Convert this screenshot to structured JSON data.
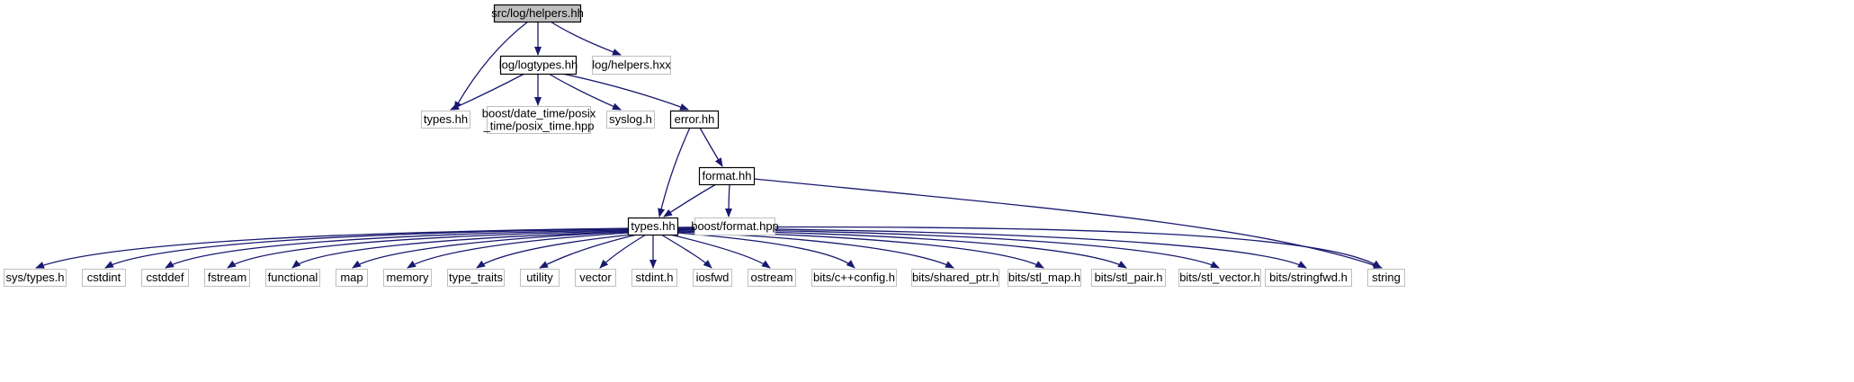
{
  "graph": {
    "nodes": [
      {
        "id": "root",
        "label": [
          "src/log/helpers.hh"
        ],
        "style": "root"
      },
      {
        "id": "logtypes",
        "label": [
          "log/logtypes.hh"
        ],
        "style": "doc"
      },
      {
        "id": "helpers_hxx",
        "label": [
          "log/helpers.hxx"
        ],
        "style": "ext"
      },
      {
        "id": "types_log",
        "label": [
          "types.hh"
        ],
        "style": "ext"
      },
      {
        "id": "boost_posix",
        "label": [
          "boost/date_time/posix",
          "_time/posix_time.hpp"
        ],
        "style": "ext"
      },
      {
        "id": "syslog",
        "label": [
          "syslog.h"
        ],
        "style": "ext"
      },
      {
        "id": "error",
        "label": [
          "error.hh"
        ],
        "style": "doc"
      },
      {
        "id": "format",
        "label": [
          "format.hh"
        ],
        "style": "doc"
      },
      {
        "id": "types_main",
        "label": [
          "types.hh"
        ],
        "style": "doc"
      },
      {
        "id": "boost_format",
        "label": [
          "boost/format.hpp"
        ],
        "style": "ext"
      },
      {
        "id": "sys_types",
        "label": [
          "sys/types.h"
        ],
        "style": "ext"
      },
      {
        "id": "cstdint",
        "label": [
          "cstdint"
        ],
        "style": "ext"
      },
      {
        "id": "cstddef",
        "label": [
          "cstddef"
        ],
        "style": "ext"
      },
      {
        "id": "fstream",
        "label": [
          "fstream"
        ],
        "style": "ext"
      },
      {
        "id": "functional",
        "label": [
          "functional"
        ],
        "style": "ext"
      },
      {
        "id": "map",
        "label": [
          "map"
        ],
        "style": "ext"
      },
      {
        "id": "memory",
        "label": [
          "memory"
        ],
        "style": "ext"
      },
      {
        "id": "type_traits",
        "label": [
          "type_traits"
        ],
        "style": "ext"
      },
      {
        "id": "utility",
        "label": [
          "utility"
        ],
        "style": "ext"
      },
      {
        "id": "vector",
        "label": [
          "vector"
        ],
        "style": "ext"
      },
      {
        "id": "stdint",
        "label": [
          "stdint.h"
        ],
        "style": "ext"
      },
      {
        "id": "iosfwd",
        "label": [
          "iosfwd"
        ],
        "style": "ext"
      },
      {
        "id": "ostream",
        "label": [
          "ostream"
        ],
        "style": "ext"
      },
      {
        "id": "cxxconfig",
        "label": [
          "bits/c++config.h"
        ],
        "style": "ext"
      },
      {
        "id": "shared_ptr",
        "label": [
          "bits/shared_ptr.h"
        ],
        "style": "ext"
      },
      {
        "id": "stl_map",
        "label": [
          "bits/stl_map.h"
        ],
        "style": "ext"
      },
      {
        "id": "stl_pair",
        "label": [
          "bits/stl_pair.h"
        ],
        "style": "ext"
      },
      {
        "id": "stl_vector",
        "label": [
          "bits/stl_vector.h"
        ],
        "style": "ext"
      },
      {
        "id": "stringfwd",
        "label": [
          "bits/stringfwd.h"
        ],
        "style": "ext"
      },
      {
        "id": "string",
        "label": [
          "string"
        ],
        "style": "ext"
      }
    ],
    "edges": [
      [
        "root",
        "types_log"
      ],
      [
        "root",
        "logtypes"
      ],
      [
        "root",
        "helpers_hxx"
      ],
      [
        "logtypes",
        "types_log"
      ],
      [
        "logtypes",
        "boost_posix"
      ],
      [
        "logtypes",
        "syslog"
      ],
      [
        "logtypes",
        "error"
      ],
      [
        "error",
        "types_main"
      ],
      [
        "error",
        "format"
      ],
      [
        "format",
        "types_main"
      ],
      [
        "format",
        "boost_format"
      ],
      [
        "format",
        "string"
      ],
      [
        "types_main",
        "sys_types"
      ],
      [
        "types_main",
        "cstdint"
      ],
      [
        "types_main",
        "cstddef"
      ],
      [
        "types_main",
        "fstream"
      ],
      [
        "types_main",
        "functional"
      ],
      [
        "types_main",
        "map"
      ],
      [
        "types_main",
        "memory"
      ],
      [
        "types_main",
        "type_traits"
      ],
      [
        "types_main",
        "utility"
      ],
      [
        "types_main",
        "vector"
      ],
      [
        "types_main",
        "stdint"
      ],
      [
        "types_main",
        "iosfwd"
      ],
      [
        "types_main",
        "ostream"
      ],
      [
        "types_main",
        "cxxconfig"
      ],
      [
        "types_main",
        "shared_ptr"
      ],
      [
        "types_main",
        "stl_map"
      ],
      [
        "types_main",
        "stl_pair"
      ],
      [
        "types_main",
        "stl_vector"
      ],
      [
        "types_main",
        "stringfwd"
      ],
      [
        "types_main",
        "string"
      ]
    ],
    "colors": {
      "edge": "#191970",
      "root_fill": "#bfbfbf",
      "root_border": "#000000",
      "doc_border": "#000000",
      "ext_border": "#bfbfbf",
      "node_fill": "#ffffff",
      "text": "#000000"
    }
  }
}
